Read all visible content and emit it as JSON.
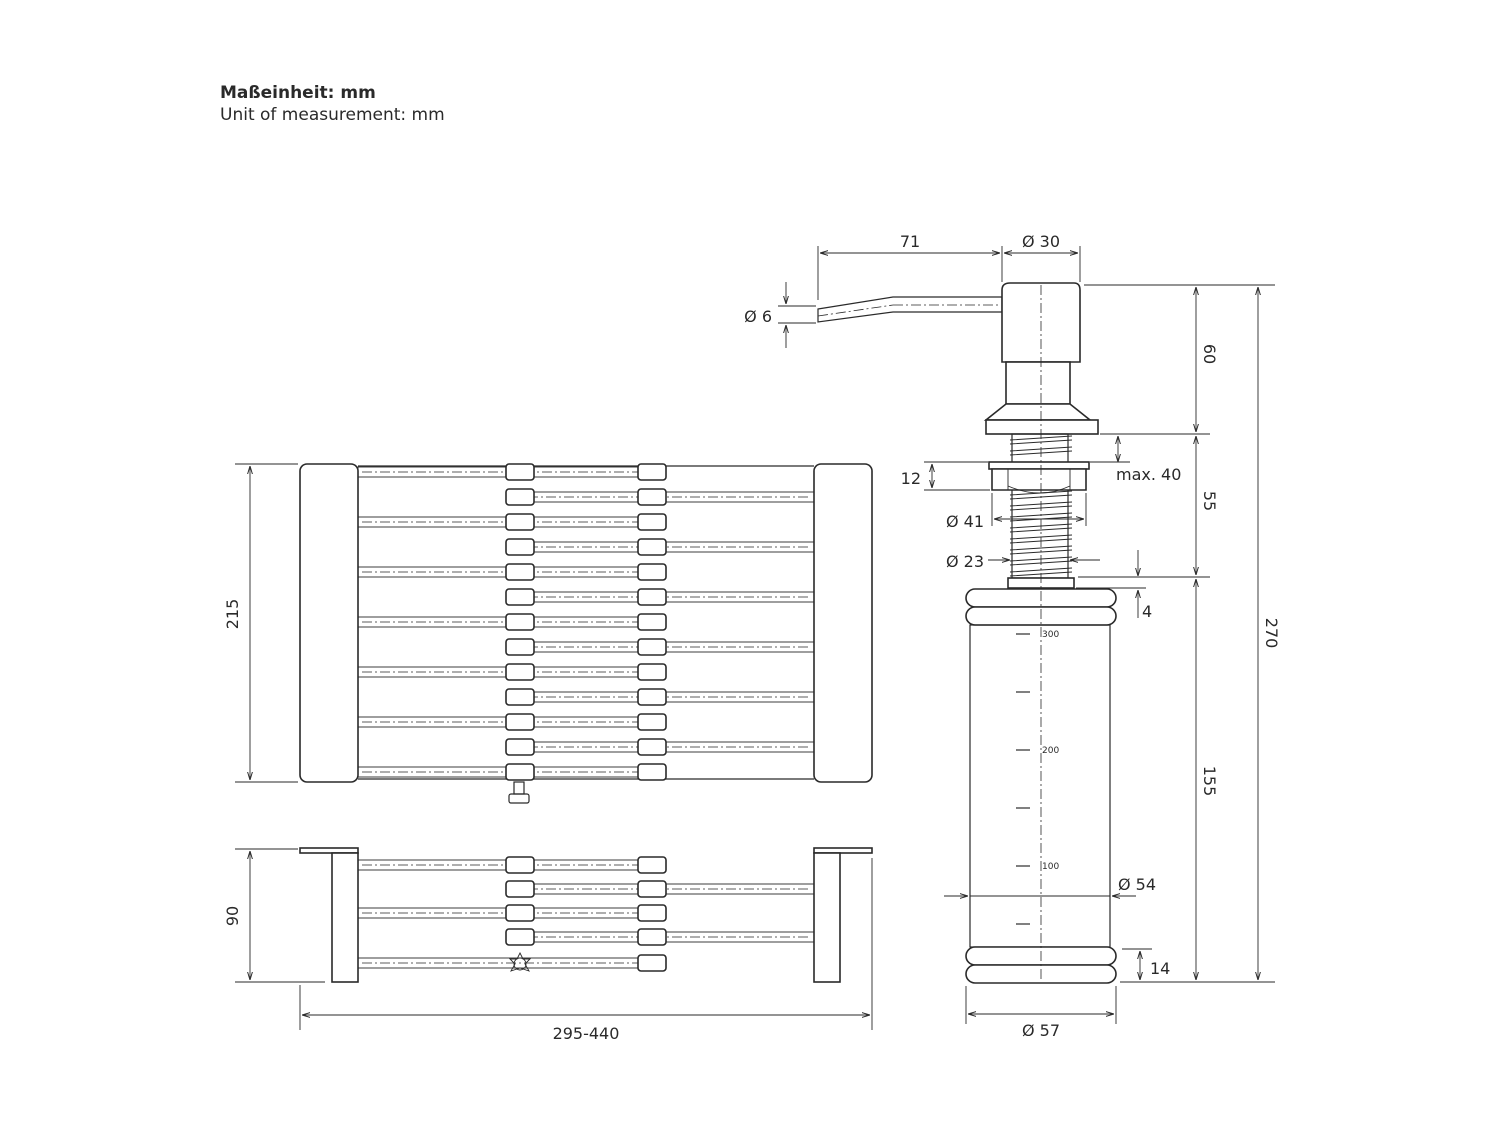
{
  "header": {
    "unit_de": "Maßeinheit: mm",
    "unit_en": "Unit of measurement: mm"
  },
  "basket": {
    "height_top": "215",
    "height_side": "90",
    "width": "295-440"
  },
  "dispenser": {
    "spout_length": "71",
    "head_diameter": "Ø 30",
    "spout_diameter": "Ø 6",
    "head_height": "60",
    "max_thickness": "max. 40",
    "nut_height": "12",
    "thread_section": "55",
    "nut_diameter": "Ø 41",
    "thread_diameter": "Ø 23",
    "collar": "4",
    "total_height": "270",
    "bottle_height": "155",
    "bottle_inner_diameter": "Ø 54",
    "base_ring": "14",
    "bottle_diameter": "Ø 57",
    "scale_labels": [
      "300",
      "200",
      "100"
    ]
  }
}
